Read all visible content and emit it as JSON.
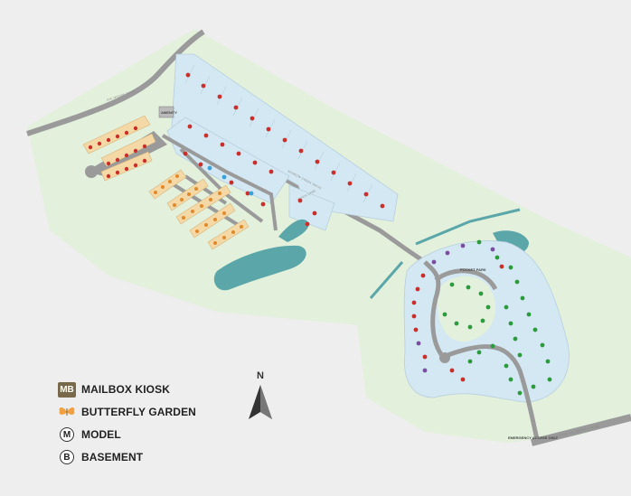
{
  "legend": {
    "items": [
      {
        "symbol": "MB",
        "label": "MAILBOX KIOSK",
        "icon": "mailbox-kiosk-icon"
      },
      {
        "symbol": "",
        "label": "BUTTERFLY GARDEN",
        "icon": "butterfly-icon"
      },
      {
        "symbol": "M",
        "label": "MODEL",
        "icon": "model-icon"
      },
      {
        "symbol": "B",
        "label": "BASEMENT",
        "icon": "basement-icon"
      }
    ]
  },
  "compass": {
    "letter": "N"
  },
  "map_labels": {
    "pocket_park": "POCKET PARK",
    "emergency_access": "EMERGENCY ACCESS ONLY",
    "amenity": "AMENITY"
  },
  "colors": {
    "background": "#eeeeee",
    "green_space": "#e2f0dc",
    "lot_fill": "#d3e8f3",
    "road": "#9a9a9a",
    "water": "#5aa6a8",
    "townhome_fill": "#f4d9a6",
    "dot_red": "#c9302c",
    "dot_green": "#2e9a3e",
    "dot_purple": "#7a4fa0",
    "dot_blue": "#3aa0d8",
    "mailbox_kiosk": "#77694a"
  }
}
